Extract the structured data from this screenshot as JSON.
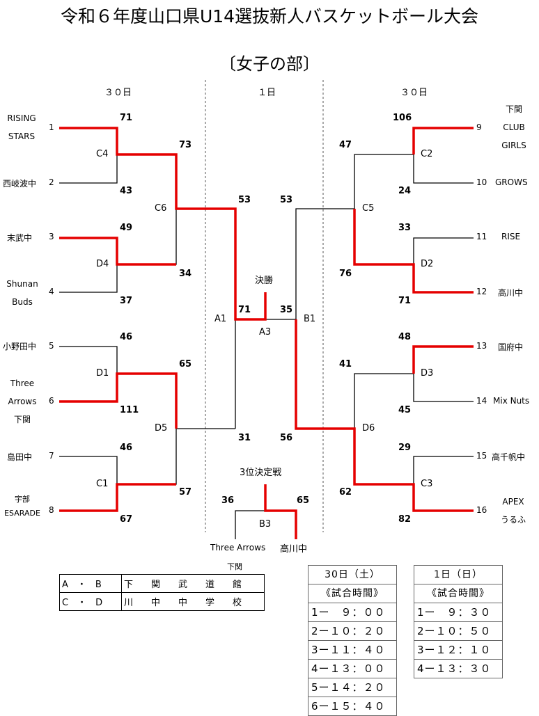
{
  "title": "令和６年度山口県U14選抜新人バスケットボール大会",
  "subtitle": "〔女子の部〕",
  "days": {
    "left": "３０日",
    "center": "１日",
    "right": "３０日"
  },
  "teams": {
    "t1": [
      "RISING",
      "STARS"
    ],
    "t2": "西岐波中",
    "t3": "末武中",
    "t4": [
      "Shunan",
      "Buds"
    ],
    "t5": "小野田中",
    "t6": [
      "Three",
      "Arrows",
      "下関"
    ],
    "t7": "島田中",
    "t8": [
      "宇部",
      "ESARADE"
    ],
    "t9": [
      "下関",
      "CLUB",
      "GIRLS"
    ],
    "t10": "GROWS",
    "t11": "RISE",
    "t12": "高川中",
    "t13": "国府中",
    "t14": "Mix Nuts",
    "t15": "高千帆中",
    "t16": [
      "APEX",
      "うるふ"
    ]
  },
  "seeds": [
    "1",
    "2",
    "3",
    "4",
    "5",
    "6",
    "7",
    "8",
    "9",
    "10",
    "11",
    "12",
    "13",
    "14",
    "15",
    "16"
  ],
  "games": {
    "C4": {
      "top": "71",
      "bottom": "43"
    },
    "D4": {
      "top": "49",
      "bottom": "37"
    },
    "D1": {
      "top": "46",
      "bottom": "111"
    },
    "C1": {
      "top": "46",
      "bottom": "67"
    },
    "C6": {
      "top": "73",
      "bottom": "34"
    },
    "D5": {
      "top": "65",
      "bottom": "57"
    },
    "A1": {
      "top": "53",
      "bottom": "31"
    },
    "C2": {
      "top": "106",
      "bottom": "24"
    },
    "D2": {
      "top": "33",
      "bottom": "71"
    },
    "D3": {
      "top": "48",
      "bottom": "45"
    },
    "C3": {
      "top": "29",
      "bottom": "82"
    },
    "C5": {
      "top": "47",
      "bottom": "76"
    },
    "D6": {
      "top": "41",
      "bottom": "62"
    },
    "B1": {
      "top": "53",
      "bottom": "56"
    },
    "A3": {
      "left": "71",
      "right": "35"
    },
    "B3": {
      "left": "36",
      "right": "65"
    }
  },
  "labels": {
    "final": "決勝",
    "third": "3位決定戦",
    "b3_left_team": "Three Arrows",
    "b3_left_sub": "下関",
    "b3_right_team": "高川中"
  },
  "venues": [
    {
      "key": "A　・　B",
      "name": "下　　関　　武　　道　　館"
    },
    {
      "key": "C　・　D",
      "name": "川　　中　　中　　学　　校"
    }
  ],
  "schedule_sat": {
    "header": "30日（土）",
    "subheader": "《試合時間》",
    "rows": [
      "1ー　９：００",
      "2ー１０：２０",
      "3ー１１：４０",
      "4ー１３：００",
      "5ー１４：２０",
      "6ー１５：４０"
    ]
  },
  "schedule_sun": {
    "header": "1日（日）",
    "subheader": "《試合時間》",
    "rows": [
      "1ー　９：３０",
      "2ー１０：５０",
      "3ー１２：１０",
      "4ー１３：３０"
    ]
  },
  "colors": {
    "winner": "#e50000",
    "line": "#000000"
  }
}
